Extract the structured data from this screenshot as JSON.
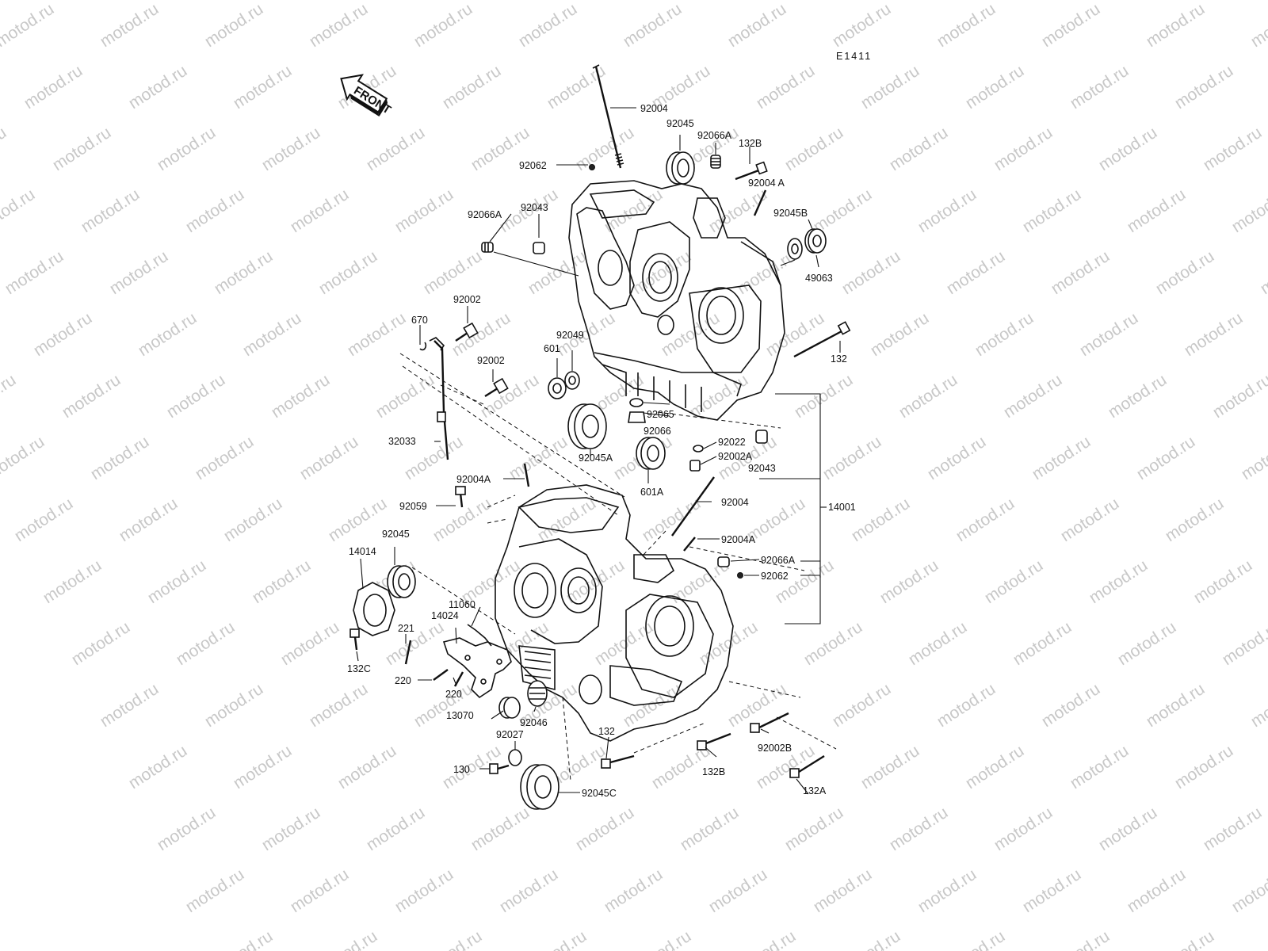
{
  "diagram_code": "E1411",
  "front_label": "FRONT",
  "watermark": "motod.ru",
  "labels": {
    "p92004_top": "92004",
    "p92045_top": "92045",
    "p92066A_top": "92066A",
    "p132B_top": "132B",
    "p92062_top": "92062",
    "p92004A_top": "92004 A",
    "p92066A_left": "92066A",
    "p92043_top": "92043",
    "p92045B": "92045B",
    "p49063": "49063",
    "p92002_a": "92002",
    "p670": "670",
    "p92049": "92049",
    "p601": "601",
    "p92002_b": "92002",
    "p132_right": "132",
    "p92065": "92065",
    "p92066": "92066",
    "p32033": "32033",
    "p92045A": "92045A",
    "p92022": "92022",
    "p92002A": "92002A",
    "p92043_mid": "92043",
    "p601A": "601A",
    "p92004A_mid": "92004A",
    "p92059": "92059",
    "p92004_mid": "92004",
    "p14001": "14001",
    "p92004A_lower": "92004A",
    "p92045_left": "92045",
    "p14014": "14014",
    "p92066A_lower": "92066A",
    "p92062_lower": "92062",
    "p11060": "11060",
    "p14024": "14024",
    "p221": "221",
    "p132C": "132C",
    "p220_a": "220",
    "p220_b": "220",
    "p13070": "13070",
    "p92046": "92046",
    "p92027": "92027",
    "p132_bottom": "132",
    "p130": "130",
    "p92045C": "92045C",
    "p132B_bottom": "132B",
    "p92002B": "92002B",
    "p132A": "132A"
  }
}
